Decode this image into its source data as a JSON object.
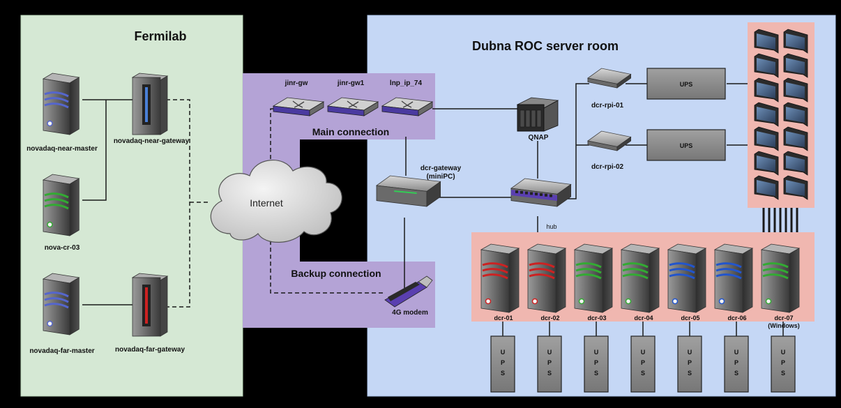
{
  "regions": {
    "fermilab": "Fermilab",
    "dubna": "Dubna ROC server room",
    "main_connection": "Main connection",
    "backup_connection": "Backup connection"
  },
  "nodes": {
    "near_master": "novadaq-near-master",
    "near_gateway": "novadaq-near-gateway",
    "cr03": "nova-cr-03",
    "far_master": "novadaq-far-master",
    "far_gateway": "novadaq-far-gateway",
    "internet": "Internet",
    "jinr_gw": "jinr-gw",
    "jinr_gw1": "jinr-gw1",
    "lnp_ip": "lnp_ip_74",
    "qnap": "QNAP",
    "dcr_gateway_1": "dcr-gateway",
    "dcr_gateway_2": "(miniPC)",
    "modem": "4G modem",
    "hub": "hub",
    "rpi01": "dcr-rpi-01",
    "rpi02": "dcr-rpi-02",
    "ups_label": "UPS",
    "ups_letters": [
      "U",
      "P",
      "S"
    ]
  },
  "servers": [
    {
      "label": "dcr-01",
      "stripe": "#cc2222"
    },
    {
      "label": "dcr-02",
      "stripe": "#cc2222"
    },
    {
      "label": "dcr-03",
      "stripe": "#33aa33"
    },
    {
      "label": "dcr-04",
      "stripe": "#33aa33"
    },
    {
      "label": "dcr-05",
      "stripe": "#2255cc"
    },
    {
      "label": "dcr-06",
      "stripe": "#2255cc"
    },
    {
      "label": "dcr-07",
      "stripe": "#33aa33"
    }
  ],
  "dcr07_note": "(Windows)",
  "colors": {
    "fermilab_bg": "#d5e8d4",
    "dubna_bg": "#c5d7f5",
    "connection_bg": "#b4a3d6",
    "rack_bg": "#f0b7b0"
  }
}
